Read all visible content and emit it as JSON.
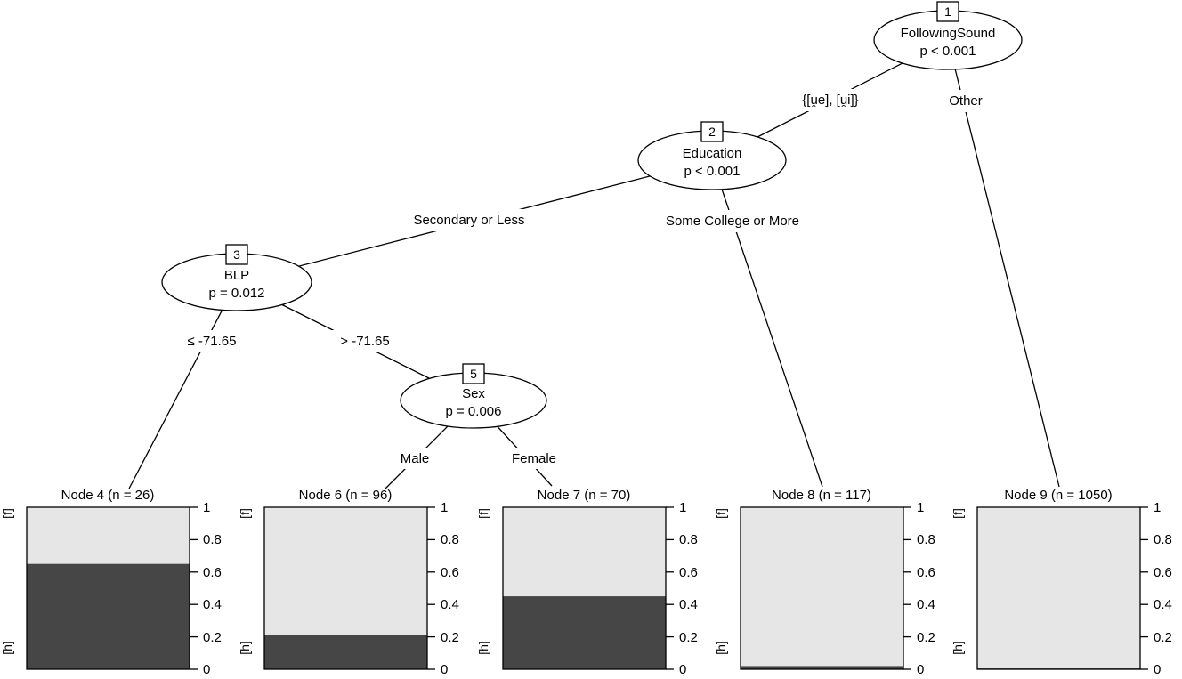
{
  "colors": {
    "bar_dark": "#464646",
    "bar_light": "#e6e6e6",
    "line": "#000000",
    "background": "#ffffff"
  },
  "tree": {
    "inner_nodes": [
      {
        "id": "1",
        "label": "FollowingSound",
        "p": "p < 0.001"
      },
      {
        "id": "2",
        "label": "Education",
        "p": "p < 0.001"
      },
      {
        "id": "3",
        "label": "BLP",
        "p": "p = 0.012"
      },
      {
        "id": "5",
        "label": "Sex",
        "p": "p = 0.006"
      }
    ],
    "edges": [
      {
        "label": "{[u̯e], [u̯i]}"
      },
      {
        "label": "Other"
      },
      {
        "label": "Secondary or Less"
      },
      {
        "label": "Some College or More"
      },
      {
        "label": "≤ -71.65"
      },
      {
        "label": "> -71.65"
      },
      {
        "label": "Male"
      },
      {
        "label": "Female"
      }
    ]
  },
  "chart_data": {
    "type": "bar",
    "subtype": "stacked-proportion-terminal-nodes",
    "categories": [
      "[f]",
      "[h]"
    ],
    "ylim": [
      0,
      1
    ],
    "yticks": [
      "1",
      "0.8",
      "0.6",
      "0.4",
      "0.2",
      "0"
    ],
    "grid": false,
    "legend_position": "none",
    "nodes": [
      {
        "title": "Node 4 (n = 26)",
        "n": 26,
        "h": 0.65,
        "f": 0.35
      },
      {
        "title": "Node 6 (n = 96)",
        "n": 96,
        "h": 0.21,
        "f": 0.79
      },
      {
        "title": "Node 7 (n = 70)",
        "n": 70,
        "h": 0.45,
        "f": 0.55
      },
      {
        "title": "Node 8 (n = 117)",
        "n": 117,
        "h": 0.02,
        "f": 0.98
      },
      {
        "title": "Node 9 (n = 1050)",
        "n": 1050,
        "h": 0.005,
        "f": 0.995
      }
    ]
  }
}
